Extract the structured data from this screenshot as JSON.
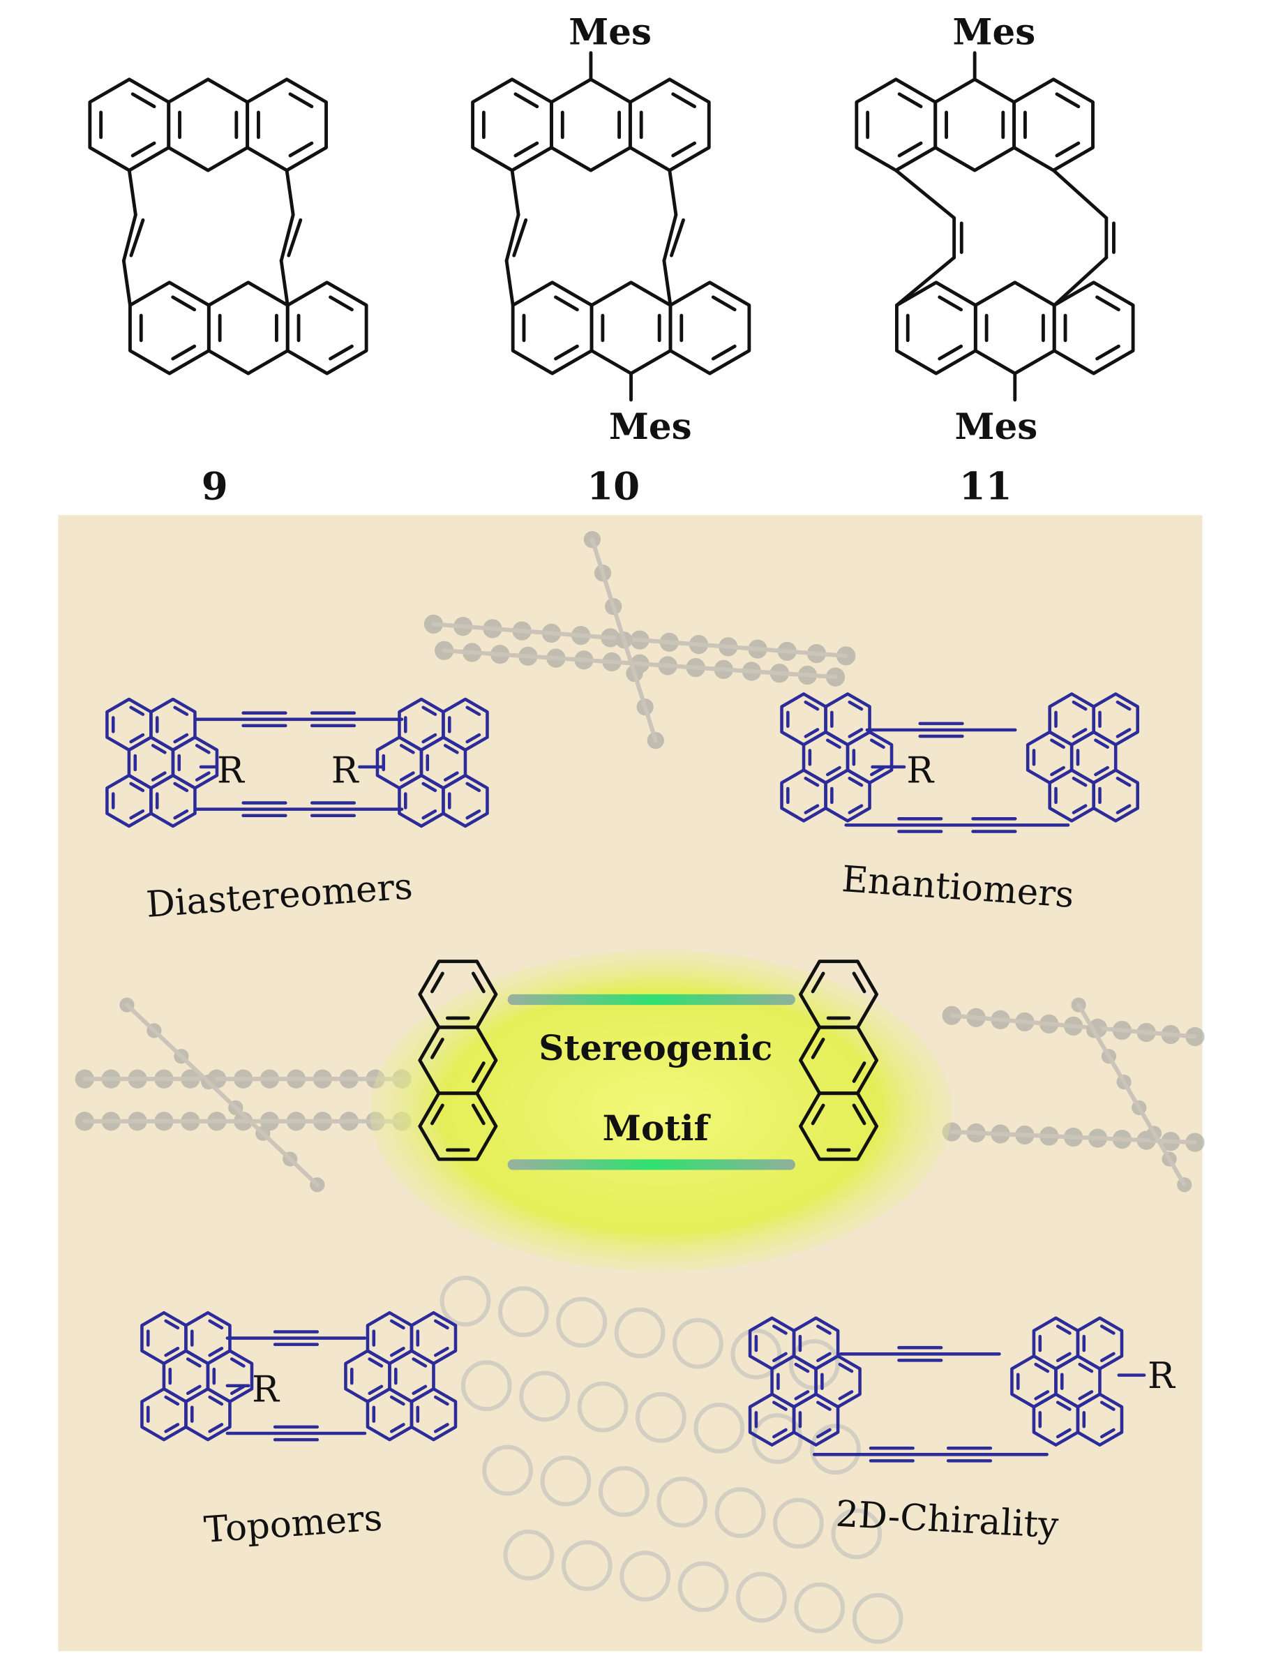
{
  "compounds": [
    {
      "number": "9",
      "top_substituent": null,
      "bottom_substituent": null
    },
    {
      "number": "10",
      "top_substituent": "Mes",
      "bottom_substituent": "Mes"
    },
    {
      "number": "11",
      "top_substituent": "Mes",
      "bottom_substituent": "Mes"
    }
  ],
  "substituent_r": "R",
  "categories": {
    "diastereomers": "Diastereomers",
    "enantiomers": "Enantiomers",
    "topomers": "Topomers",
    "chirality": "2D-Chirality"
  },
  "motif": {
    "line1": "Stereogenic",
    "line2": "Motif"
  },
  "colors": {
    "bond": "#111111",
    "blue": "#2b2b9a",
    "background": "#f2e6cc",
    "glow": "#e8f25a",
    "bar": "#3ad07a"
  }
}
